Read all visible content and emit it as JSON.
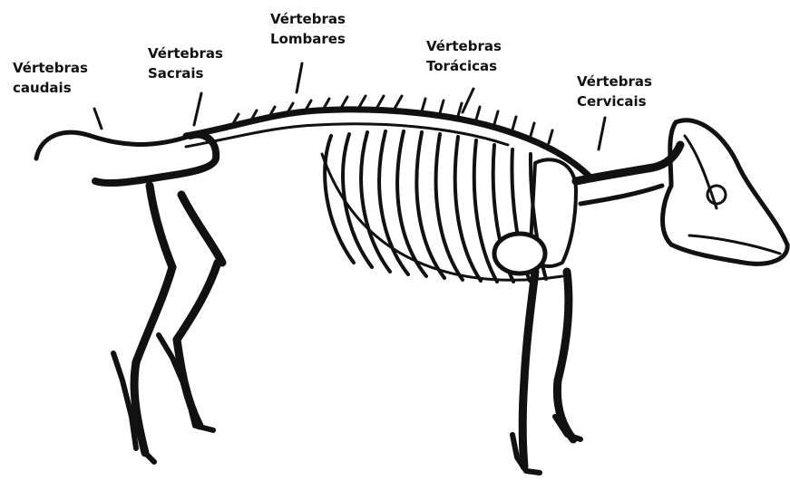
{
  "labels": {
    "caudais": {
      "line1": "Vértebras",
      "line2": "caudais"
    },
    "sacrais": {
      "line1": "Vértebras",
      "line2": "Sacrais"
    },
    "lombares": {
      "line1": "Vértebras",
      "line2": "Lombares"
    },
    "toracicas": {
      "line1": "Vértebras",
      "line2": "Torácicas"
    },
    "cervicais": {
      "line1": "Vértebras",
      "line2": "Cervicais"
    }
  },
  "colors": {
    "ink": "#111111",
    "background": "#ffffff"
  }
}
